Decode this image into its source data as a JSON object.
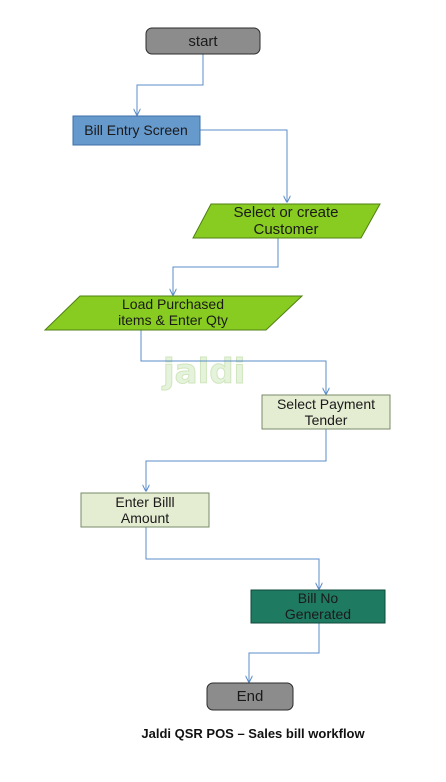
{
  "diagram": {
    "watermark": "jaldi",
    "nodes": {
      "start": "start",
      "bill_entry": "Bill Entry Screen",
      "select_customer": [
        "Select or create",
        "Customer"
      ],
      "load_items": [
        "Load Purchased",
        "items & Enter Qty"
      ],
      "select_payment": [
        "Select Payment",
        "Tender"
      ],
      "enter_amount": [
        "Enter Billl",
        "Amount"
      ],
      "bill_generated": [
        "Bill No",
        "Generated"
      ],
      "end": "End"
    },
    "caption": "Jaldi QSR POS – Sales bill workflow"
  },
  "colors": {
    "terminal_fill": "#8c8c8c",
    "process_blue": "#6699cc",
    "io_green": "#88cc22",
    "process_pale": "#e4ecd2",
    "process_teal": "#1f7a62",
    "connector": "#5b8cc9"
  }
}
